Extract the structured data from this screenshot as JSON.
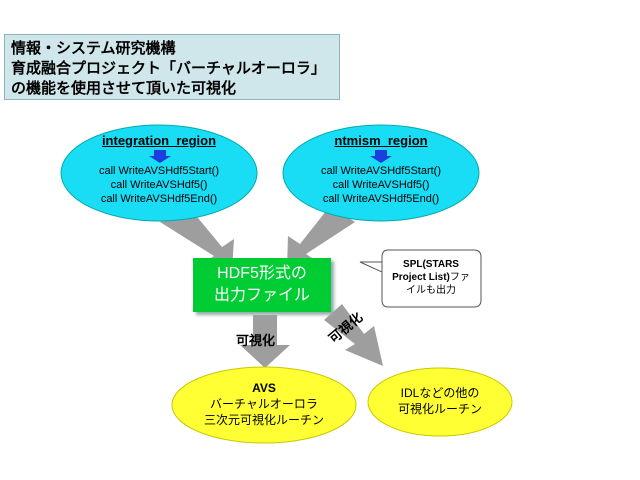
{
  "title": {
    "line1": "情報・システム研究機構",
    "line2": "育成融合プロジェクト「バーチャルオーロラ」",
    "line3": "の機能を使用させて頂いた可視化"
  },
  "left_ellipse": {
    "heading": "integration_region",
    "calls": [
      "call WriteAVSHdf5Start()",
      "call WriteAVSHdf5()",
      "call WriteAVSHdf5End()"
    ]
  },
  "right_ellipse": {
    "heading": "ntmism_region",
    "calls": [
      "call WriteAVSHdf5Start()",
      "call WriteAVSHdf5()",
      "call WriteAVSHdf5End()"
    ]
  },
  "output_box": {
    "line1": "HDF5形式の",
    "line2": "出力ファイル"
  },
  "callout": {
    "line1": "SPL(STARS",
    "line2_bold": "Project List)",
    "line2_rest": "ファ",
    "line3": "イルも出力"
  },
  "arrow_labels": {
    "down": "可視化",
    "diagonal": "可視化"
  },
  "avs_ellipse": {
    "line1": "AVS",
    "line2": "バーチャルオーロラ",
    "line3": "三次元可視化ルーチン"
  },
  "idl_ellipse": {
    "line1": "IDLなどの他の",
    "line2": "可視化ルーチン"
  },
  "colors": {
    "title_bg": "#cfe6ea",
    "cyan": "#19ddf5",
    "green": "#00cc33",
    "yellow": "#ffff33",
    "arrow_gray": "#9e9e9e",
    "blue_arrow": "#1a3ee0"
  }
}
